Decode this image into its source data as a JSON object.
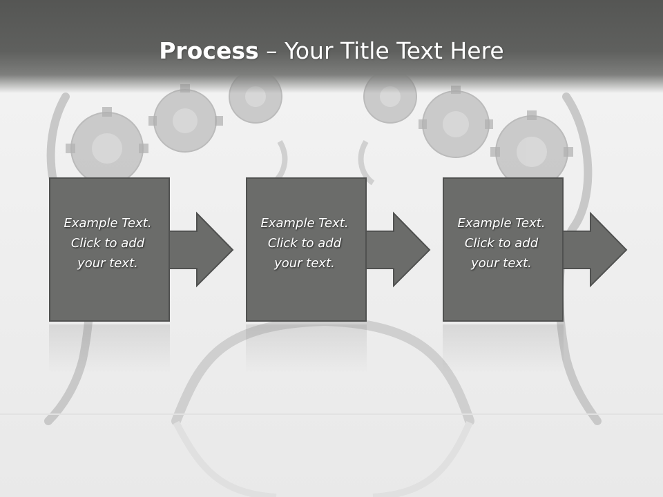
{
  "slide": {
    "title_bold": "Process",
    "title_rest": " – Your Title Text Here"
  },
  "steps": [
    {
      "line1": "Example Text.",
      "line2": "Click  to add",
      "line3": "your text."
    },
    {
      "line1": "Example Text.",
      "line2": "Click  to add",
      "line3": "your text."
    },
    {
      "line1": "Example Text.",
      "line2": "Click  to add",
      "line3": "your text."
    }
  ],
  "colors": {
    "title_bar": "#555654",
    "box_fill": "#6b6c6a",
    "box_border": "#505150",
    "text": "#ffffff"
  },
  "icons": {
    "background": "gears-heads-illustration"
  }
}
